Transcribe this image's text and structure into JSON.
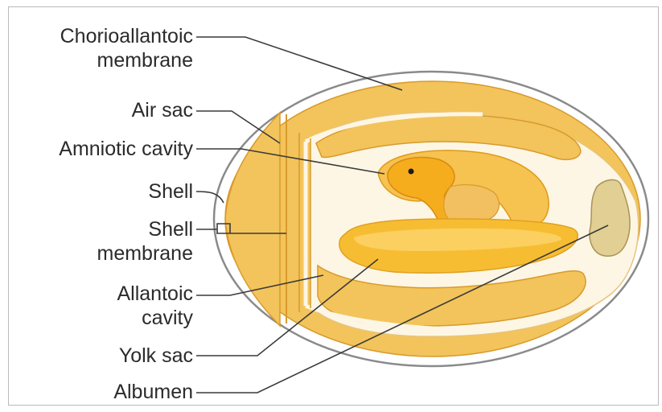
{
  "labels": {
    "chorioallantoic_membrane": [
      "Chorioallantoic",
      "membrane"
    ],
    "air_sac": "Air sac",
    "amniotic_cavity": "Amniotic cavity",
    "shell": "Shell",
    "shell_membrane": [
      "Shell",
      "membrane"
    ],
    "allantoic_cavity": [
      "Allantoic",
      "cavity"
    ],
    "yolk_sac": "Yolk sac",
    "albumen": "Albumen"
  },
  "colors": {
    "membrane_fill": "#f2c45b",
    "membrane_stroke": "#d99a2b",
    "cavity_fill": "#fdf6e4",
    "embryo_fill": "#f5ad1e",
    "yolk_fill": "#f7bd32",
    "albumen_fill": "#e2cf94",
    "shell_stroke": "#8a8a8a",
    "leader_line": "#3a3a3a"
  }
}
